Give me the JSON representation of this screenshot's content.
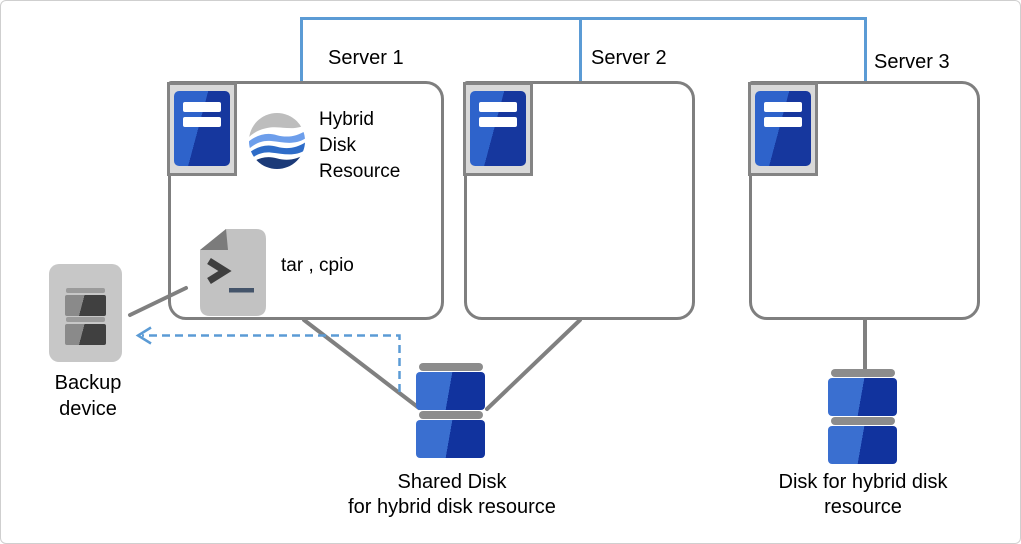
{
  "colors": {
    "topology_line": "#5B9BD5",
    "backup_arrow": "#5B9BD5",
    "connector_line": "#808080",
    "box_border": "#7F7F7F",
    "server_blue_light": "#2E63CB",
    "server_blue_dark": "#16379E",
    "disk_blue_light": "#3A6FD0",
    "disk_blue_dark": "#11339E",
    "disk_cap": "#8C8C8C"
  },
  "servers": [
    {
      "label": "Server 1"
    },
    {
      "label": "Server 2"
    },
    {
      "label": "Server 3"
    }
  ],
  "server1_contents": {
    "resource_label": "Hybrid Disk Resource",
    "backup_commands": "tar , cpio"
  },
  "backup_device": {
    "label": "Backup device"
  },
  "shared_disk": {
    "line1": "Shared Disk",
    "line2": "for hybrid disk resource"
  },
  "hybrid_disk": {
    "line1": "Disk for hybrid disk",
    "line2": "resource"
  },
  "icons": {
    "server": "server-tower-icon",
    "hybrid_resource": "hybrid-disk-wave-icon",
    "script": "script-file-icon",
    "backup": "backup-device-icon",
    "disk": "disk-stack-icon"
  }
}
